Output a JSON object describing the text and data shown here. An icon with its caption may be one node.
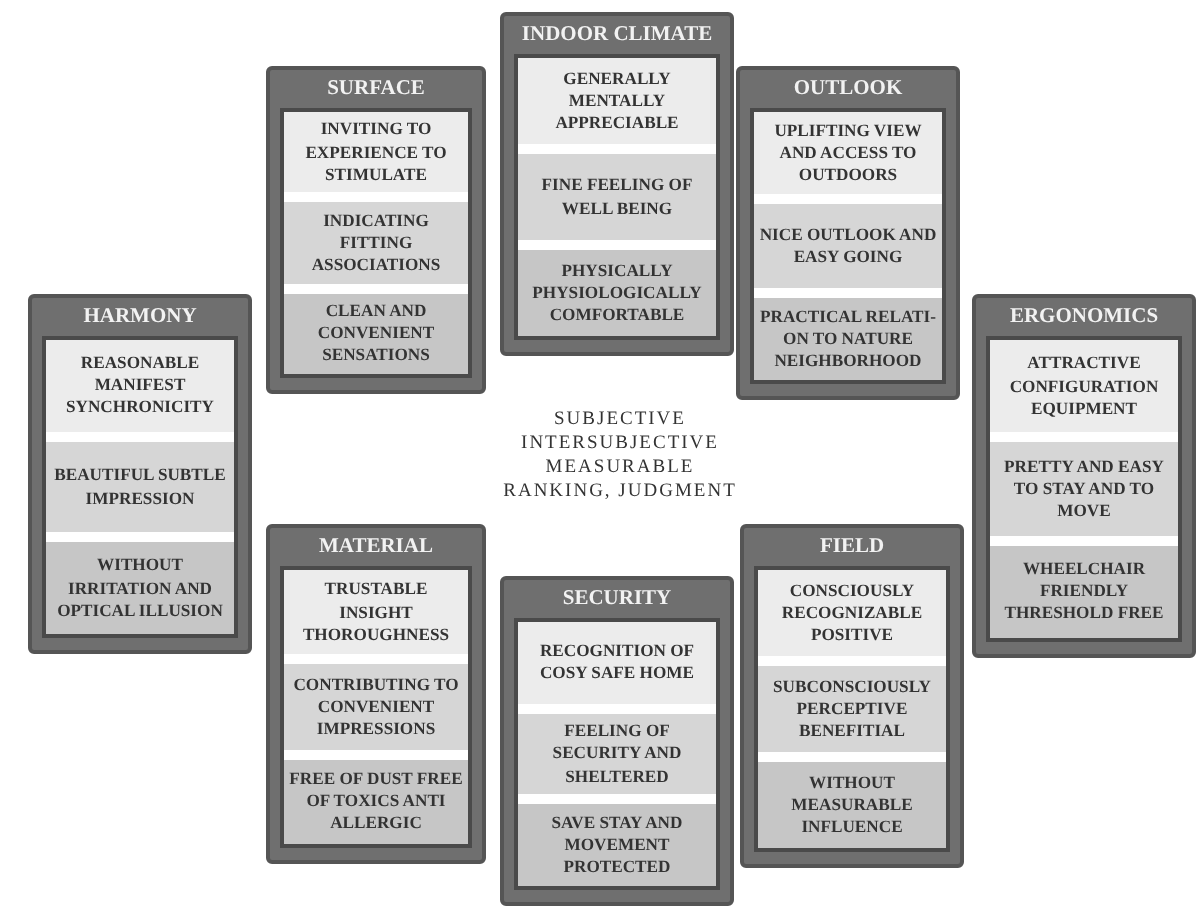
{
  "diagram": {
    "nodes": [
      {
        "text": [
          "INDOOR CLIMATE"
        ]
      },
      {
        "text": [
          "GENERALLY MENTALLY APPRECIABLE"
        ],
        "in": 0
      },
      {
        "text": [
          "FINE FEELING OF WELL BEING"
        ],
        "in": 0
      },
      {
        "text": [
          "PHYSICALLY PHYSIOLOGICALLY COMFORTABLE"
        ],
        "in": 0
      },
      {
        "text": [
          "SURFACE"
        ]
      },
      {
        "text": [
          "INVITING TO EXPERIENCE TO STIMULATE"
        ],
        "in": 4
      },
      {
        "text": [
          "INDICATING FITTING ASSOCIATIONS"
        ],
        "in": 4
      },
      {
        "text": [
          "CLEAN AND CONVENIENT SENSATIONS"
        ],
        "in": 4
      },
      {
        "text": [
          "OUTLOOK"
        ]
      },
      {
        "text": [
          "UPLIFTING VIEW AND ACCESS TO OUTDOORS"
        ],
        "in": 8
      },
      {
        "text": [
          "NICE OUTLOOK AND EASY GOING"
        ],
        "in": 8
      },
      {
        "text": [
          "PRACTICAL RELATI- ON TO NATURE NEIGHBORHOOD"
        ],
        "in": 8
      },
      {
        "text": [
          "HARMONY"
        ]
      },
      {
        "text": [
          "REASONABLE MANIFEST SYNCHRONICITY"
        ],
        "in": 12
      },
      {
        "text": [
          "BEAUTIFUL SUBTLE IMPRESSION"
        ],
        "in": 12
      },
      {
        "text": [
          "WITHOUT IRRITATION AND OPTICAL ILLUSION"
        ],
        "in": 12
      },
      {
        "text": [
          "ERGONOMICS"
        ]
      },
      {
        "text": [
          "ATTRACTIVE CONFIGURATION EQUIPMENT"
        ],
        "in": 16
      },
      {
        "text": [
          "PRETTY AND EASY TO STAY AND TO MOVE"
        ],
        "in": 16
      },
      {
        "text": [
          "WHEELCHAIR FRIENDLY THRESHOLD FREE"
        ],
        "in": 16
      },
      {
        "text": [
          "MATERIAL"
        ]
      },
      {
        "text": [
          "TRUSTABLE INSIGHT THOROUGHNESS"
        ],
        "in": 20
      },
      {
        "text": [
          "CONTRIBUTING TO CONVENIENT IMPRESSIONS"
        ],
        "in": 20
      },
      {
        "text": [
          "FREE OF DUST FREE OF TOXICS ANTI ALLERGIC"
        ],
        "in": 20
      },
      {
        "text": [
          "SECURITY"
        ]
      },
      {
        "text": [
          "RECOGNITION OF COSY SAFE HOME"
        ],
        "in": 24
      },
      {
        "text": [
          "FEELING OF SECURITY AND SHELTERED"
        ],
        "in": 24
      },
      {
        "text": [
          "SAVE STAY AND MOVEMENT PROTECTED"
        ],
        "in": 24
      },
      {
        "text": [
          "FIELD"
        ]
      },
      {
        "text": [
          "CONSCIOUSLY RECOGNIZABLE POSITIVE"
        ],
        "in": 28
      },
      {
        "text": [
          "SUBCONSCIOUSLY PERCEPTIVE BENEFITIAL"
        ],
        "in": 28
      },
      {
        "text": [
          "WITHOUT MEASURABLE INFLUENCE"
        ],
        "in": 28
      }
    ],
    "labels": [
      "SUBJECTIVE",
      "INTERSUBJECTIVE",
      "MEASURABLE",
      "RANKING, JUDGMENT"
    ]
  }
}
